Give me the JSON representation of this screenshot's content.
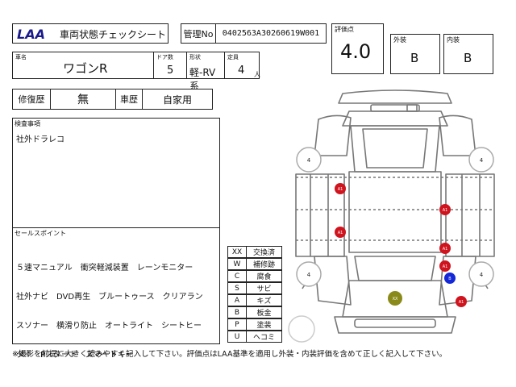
{
  "header": {
    "logo": "LAA",
    "title": "車両状態チェックシート",
    "mgmt_label": "管理No",
    "mgmt_no": "0402563A30260619W001"
  },
  "score": {
    "label": "評価点",
    "value": "4.0",
    "exterior_label": "外装",
    "exterior_value": "B",
    "interior_label": "内装",
    "interior_value": "B"
  },
  "vehicle": {
    "name_label": "車名",
    "name": "ワゴンR",
    "doors_label": "ドア数",
    "doors": "5",
    "shape_label": "形状",
    "shape": "軽-RV系",
    "capacity_label": "定員",
    "capacity": "4",
    "capacity_unit": "人"
  },
  "history": {
    "repair_label": "修復歴",
    "repair_value": "無",
    "usage_label": "車歴",
    "usage_value": "自家用"
  },
  "inspection": {
    "label": "検査事項",
    "text": "社外ドラレコ"
  },
  "sales": {
    "label": "セールスポイント",
    "lines": [
      "５速マニュアル　衝突軽減装置　レーンモニター",
      "社外ナビ　DVD再生　ブルートゥース　クリアラン",
      "スソナー　横滑り防止　オートライト　シートヒー",
      "ター　Pスタート　スマートキー"
    ]
  },
  "legend": [
    {
      "code": "XX",
      "text": "交換済"
    },
    {
      "code": "W",
      "text": "補修跡"
    },
    {
      "code": "C",
      "text": "腐食"
    },
    {
      "code": "S",
      "text": "サビ"
    },
    {
      "code": "A",
      "text": "キズ"
    },
    {
      "code": "B",
      "text": "板金"
    },
    {
      "code": "P",
      "text": "塗装"
    },
    {
      "code": "U",
      "text": "ヘコミ"
    }
  ],
  "diagram": {
    "tire_marks": [
      "4",
      "4",
      "4",
      "4"
    ],
    "marks": [
      {
        "label": "A1",
        "color": "#d0141e"
      },
      {
        "label": "A1",
        "color": "#d0141e"
      },
      {
        "label": "A1",
        "color": "#d0141e"
      },
      {
        "label": "A1",
        "color": "#d0141e"
      },
      {
        "label": "A1",
        "color": "#d0141e"
      },
      {
        "label": "A1",
        "color": "#d0141e"
      },
      {
        "label": "B",
        "color": "#1428d8"
      },
      {
        "label": "XX",
        "color": "#8a8a1a"
      }
    ]
  },
  "footer": {
    "note": "※撮影を前提に大きく読みやすく記入して下さい。評価点はLAA基準を適用し外装・内装評価を含めて正しく記入して下さい。"
  }
}
